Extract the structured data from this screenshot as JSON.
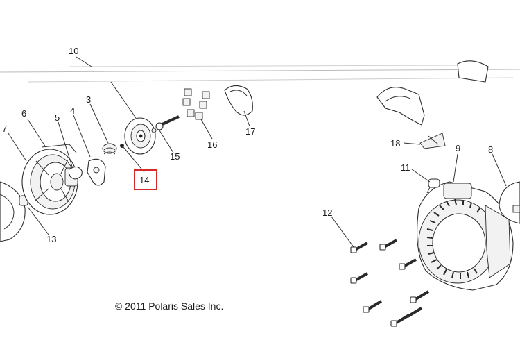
{
  "callouts": [
    {
      "id": "10",
      "text": "10"
    },
    {
      "id": "7",
      "text": "7"
    },
    {
      "id": "6",
      "text": "6"
    },
    {
      "id": "5",
      "text": "5"
    },
    {
      "id": "4",
      "text": "4"
    },
    {
      "id": "3",
      "text": "3"
    },
    {
      "id": "14",
      "text": "14"
    },
    {
      "id": "15",
      "text": "15"
    },
    {
      "id": "16",
      "text": "16"
    },
    {
      "id": "17",
      "text": "17"
    },
    {
      "id": "13",
      "text": "13"
    },
    {
      "id": "18",
      "text": "18"
    },
    {
      "id": "9",
      "text": "9"
    },
    {
      "id": "8",
      "text": "8"
    },
    {
      "id": "11",
      "text": "11"
    },
    {
      "id": "12",
      "text": "12"
    }
  ],
  "highlight": {
    "id": "14",
    "color": "#d42a2a"
  },
  "copyright": "© 2011 Polaris Sales Inc."
}
